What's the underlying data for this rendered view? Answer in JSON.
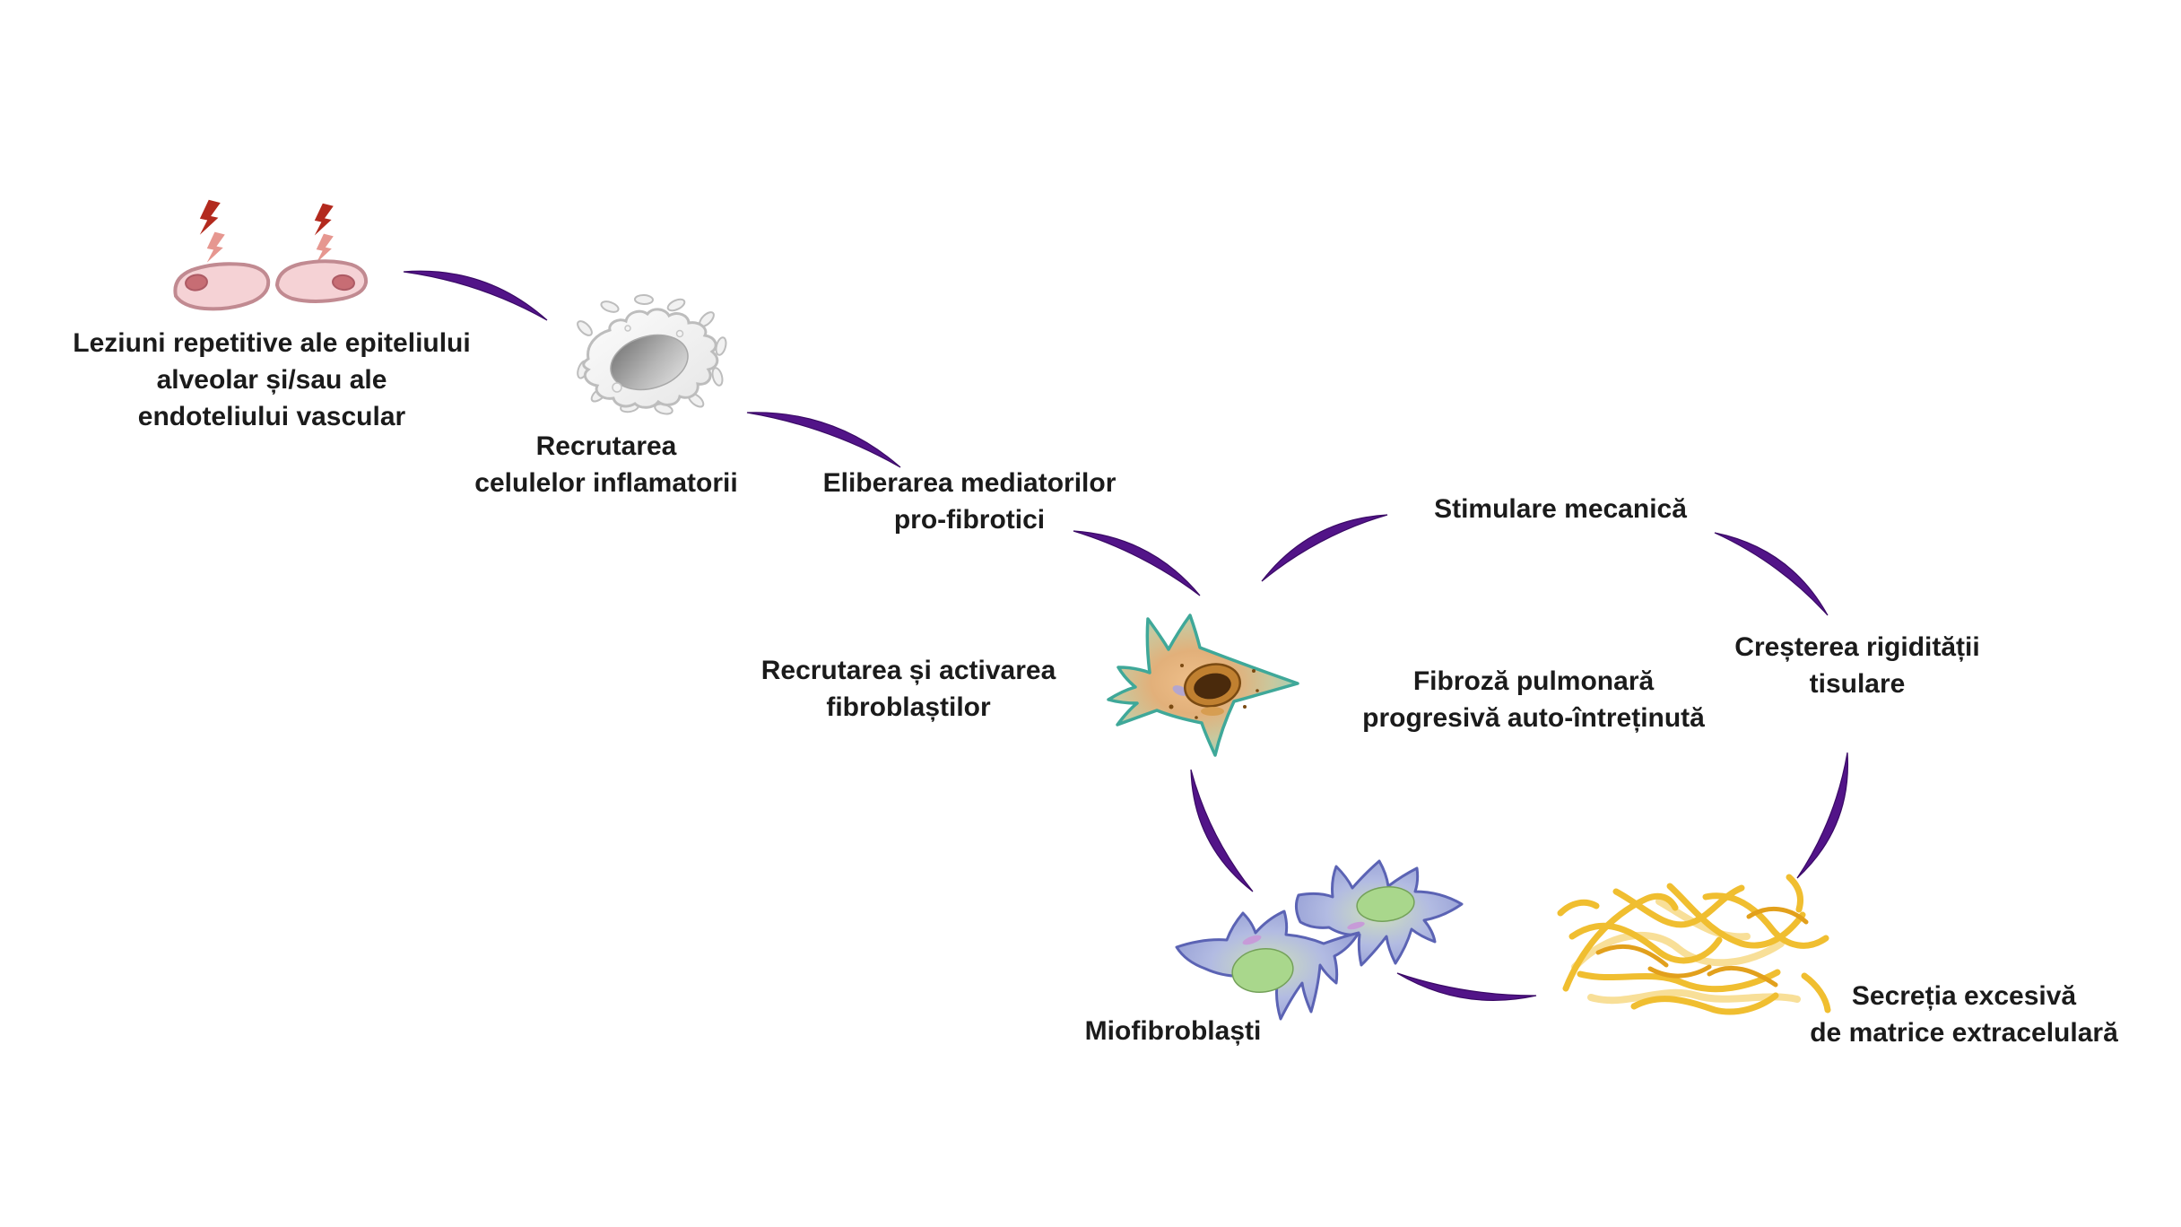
{
  "labels": {
    "injury": {
      "lines": [
        "Leziuni repetitive ale epiteliului",
        "alveolar și/sau ale",
        "endoteliului vascular"
      ]
    },
    "inflammatory_recruitment": {
      "lines": [
        "Recrutarea",
        "celulelor inflamatorii"
      ]
    },
    "mediator_release": {
      "lines": [
        "Eliberarea mediatorilor",
        "pro-fibrotici"
      ]
    },
    "fibroblast_activation": {
      "lines": [
        "Recrutarea și activarea",
        "fibroblaștilor"
      ]
    },
    "mechanical_stimulation": {
      "lines": [
        "Stimulare mecanică"
      ]
    },
    "central_process": {
      "lines": [
        "Fibroză pulmonară",
        "progresivă auto-întreținută"
      ]
    },
    "tissue_rigidity": {
      "lines": [
        "Creșterea rigidității",
        "tisulare"
      ]
    },
    "myofibroblasts": {
      "lines": [
        "Miofibroblaști"
      ]
    },
    "ecm_secretion": {
      "lines": [
        "Secreția excesivă",
        "de matrice extracelulară"
      ]
    }
  },
  "illustrations": {
    "epithelial_cells": "two injured pink epithelial cells struck by lightning bolts",
    "lightning_bolts": "red injury bolts above each epithelial cell",
    "inflammatory_cell": "white spiky inflammatory cell (macrophage)",
    "fibroblast": "activated fibroblast, teal star-shaped cell with brown nucleus",
    "myofibroblasts": "two blue-violet myofibroblast cells with green nuclei",
    "ecm_fibers": "tangle of yellow extracellular matrix fibers"
  },
  "flow": [
    {
      "from": "injury",
      "to": "inflammatory_recruitment"
    },
    {
      "from": "inflammatory_recruitment",
      "to": "mediator_release"
    },
    {
      "from": "mediator_release",
      "to": "fibroblast_activation"
    },
    {
      "from": "fibroblast_activation",
      "to": "myofibroblasts"
    },
    {
      "from": "myofibroblasts",
      "to": "ecm_secretion"
    },
    {
      "from": "ecm_secretion",
      "to": "tissue_rigidity"
    },
    {
      "from": "tissue_rigidity",
      "to": "mechanical_stimulation"
    },
    {
      "from": "mechanical_stimulation",
      "to": "fibroblast_activation"
    }
  ],
  "colors": {
    "background": "#ffffff",
    "text": "#1b1b1b",
    "arrow_purple": "#521488",
    "arrow_stroke": "#3a0a66",
    "epithelial_pink": "#f5d2d5",
    "epithelial_outline": "#c18a91",
    "epithelial_nucleus": "#c76d74",
    "bolt_red_dark": "#b32a1e",
    "bolt_red_light": "#e69790",
    "inflammatory_gray": "#efefef",
    "inflammatory_outline": "#bdbdbd",
    "fibroblast_teal": "#7fcec2",
    "fibroblast_center_tan": "#e8b277",
    "fibroblast_nucleus_brown": "#4a2a0c",
    "myofibroblast_blue": "#8a94d2",
    "myofibroblast_outline": "#5b63b4",
    "myofibroblast_nucleus_green": "#a9d78c",
    "ecm_gold": "#f0be30",
    "ecm_dark": "#e2a01c",
    "ecm_light": "#f7db8d"
  }
}
